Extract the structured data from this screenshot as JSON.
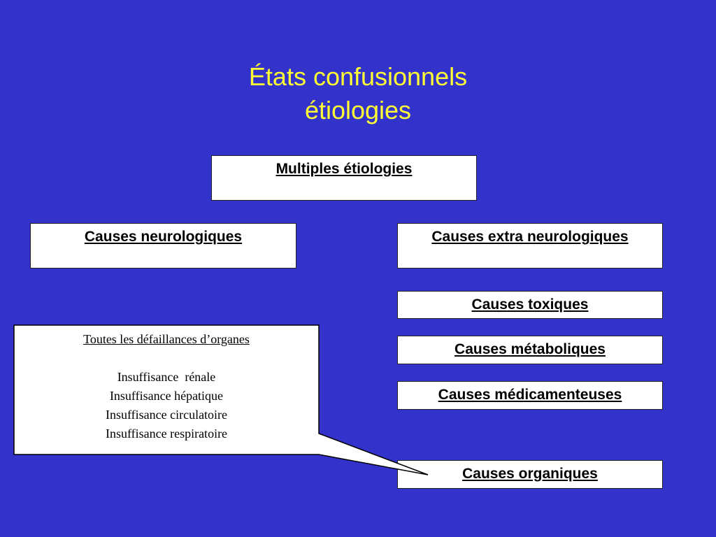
{
  "title": {
    "line1": "États confusionnels",
    "line2": "étiologies"
  },
  "boxes": {
    "multiples": "Multiples étiologies",
    "neuro": "Causes neurologiques",
    "extra_neuro": "Causes extra neurologiques",
    "toxiques": "Causes toxiques",
    "metaboliques": "Causes métaboliques",
    "medicamenteuses": "Causes médicamenteuses",
    "organiques": "Causes organiques"
  },
  "callout": {
    "heading": "Toutes les défaillances d’organes",
    "items": [
      "Insuffisance  rénale",
      "Insuffisance hépatique",
      "Insuffisance circulatoire",
      "Insuffisance respiratoire"
    ]
  },
  "colors": {
    "background": "#3333cc",
    "title": "#ffff33",
    "box": "#ffffff"
  }
}
